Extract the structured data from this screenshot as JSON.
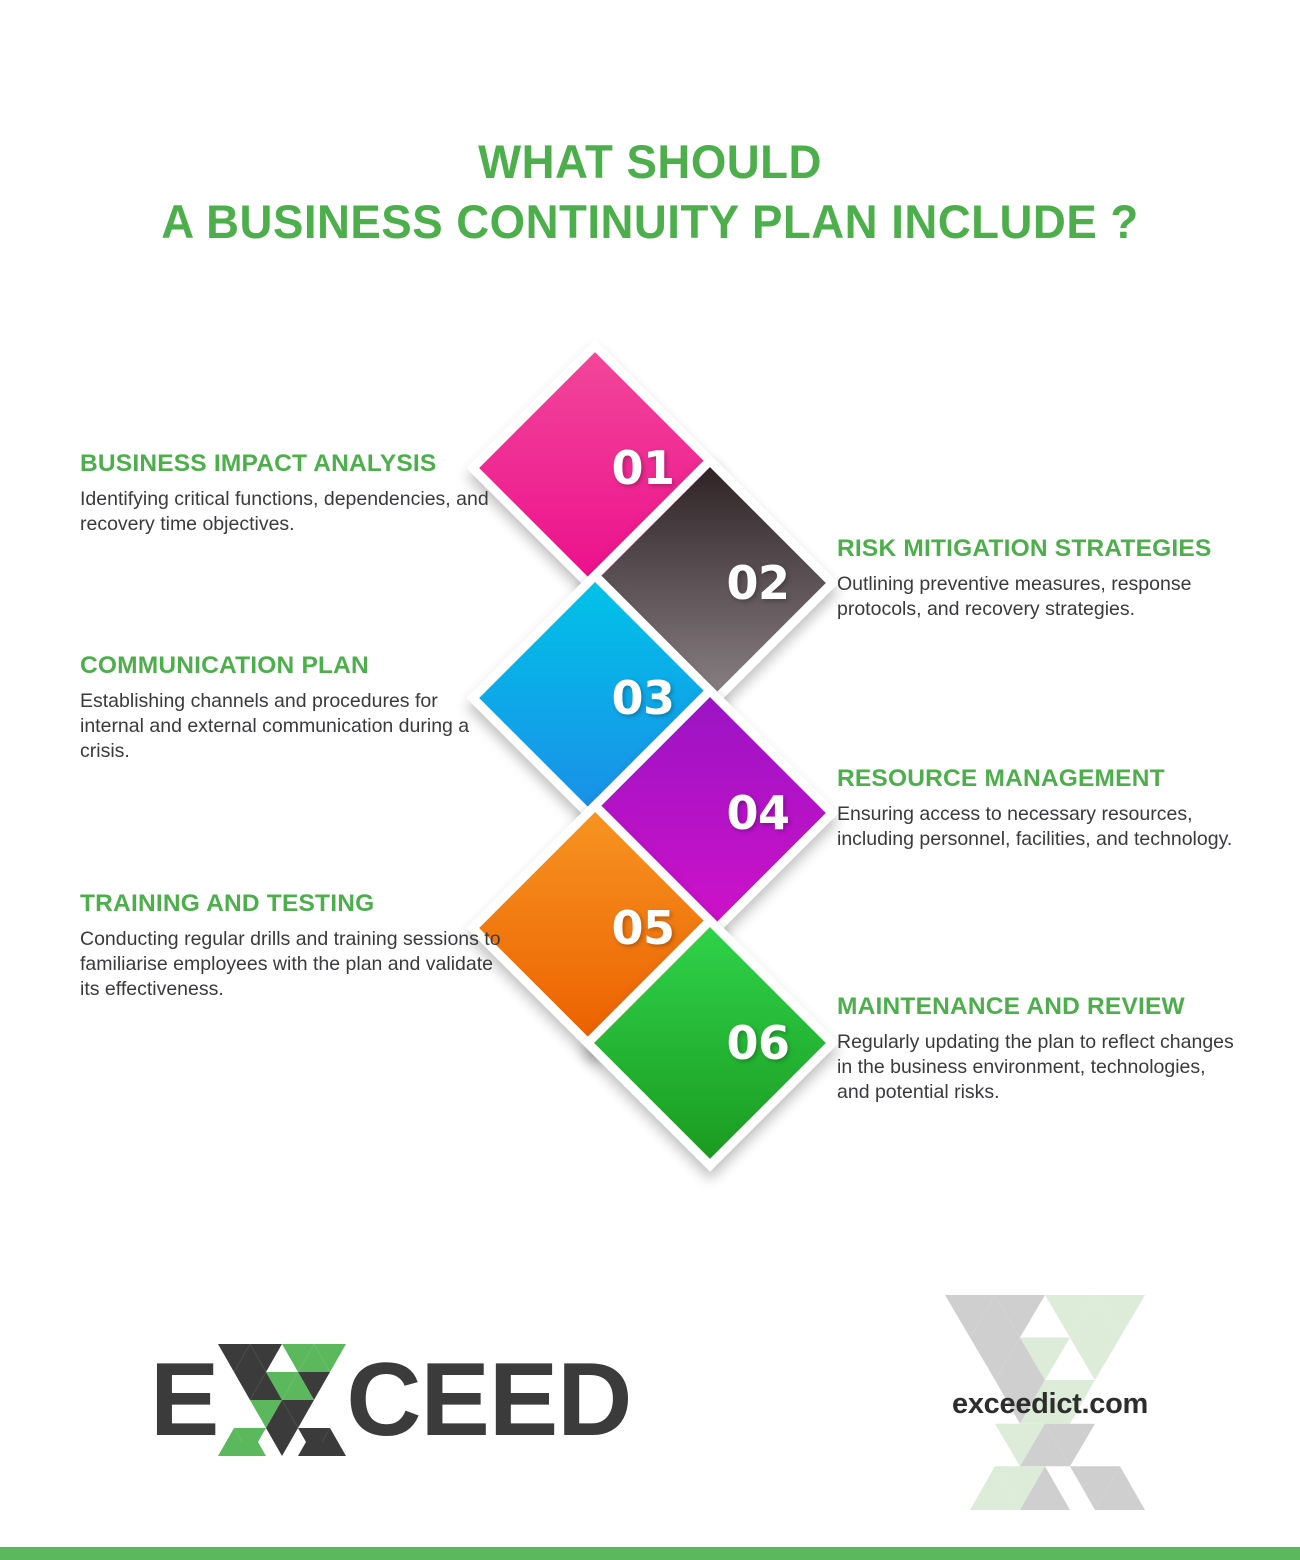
{
  "title": {
    "line1": "WHAT SHOULD",
    "line2": "A BUSINESS CONTINUITY PLAN INCLUDE ?",
    "color": "#4CAF4B"
  },
  "items": [
    {
      "number": "01",
      "heading": "BUSINESS IMPACT ANALYSIS",
      "body": "Identifying critical functions, dependencies, and recovery time objectives.",
      "side": "left",
      "color_start": "#f2469a",
      "color_end": "#ec0f8c"
    },
    {
      "number": "02",
      "heading": "RISK MITIGATION STRATEGIES",
      "body": "Outlining preventive measures, response protocols, and recovery strategies.",
      "side": "right",
      "color_start": "#2f2326",
      "color_end": "#8a8184"
    },
    {
      "number": "03",
      "heading": "COMMUNICATION PLAN",
      "body": "Establishing channels and procedures for internal and external communication during a crisis.",
      "side": "left",
      "color_start": "#00c2e8",
      "color_end": "#1b8fe8"
    },
    {
      "number": "04",
      "heading": "RESOURCE MANAGEMENT",
      "body": "Ensuring access to necessary resources, including personnel, facilities, and technology.",
      "side": "right",
      "color_start": "#9b14c4",
      "color_end": "#cf11c9"
    },
    {
      "number": "05",
      "heading": "TRAINING AND TESTING",
      "body": "Conducting regular drills and training sessions to familiarise employees with the plan and validate its effectiveness.",
      "side": "left",
      "color_start": "#f79421",
      "color_end": "#ec6000"
    },
    {
      "number": "06",
      "heading": "MAINTENANCE AND REVIEW",
      "body": "Regularly updating the plan to reflect changes in the business environment, technologies, and potential risks.",
      "side": "right",
      "color_start": "#2fd24a",
      "color_end": "#1b9b20"
    }
  ],
  "logo": {
    "text_before": "E",
    "text_after": "CEED",
    "icon": "triangulated-x",
    "dark": "#3b3b3b",
    "green": "#5cb85c"
  },
  "watermark": {
    "url": "exceedict.com",
    "icon": "triangulated-x-watermark",
    "gray": "#cfcfcf",
    "green": "#dcecd9"
  },
  "footer": {
    "bar_color": "#5cb85c"
  }
}
